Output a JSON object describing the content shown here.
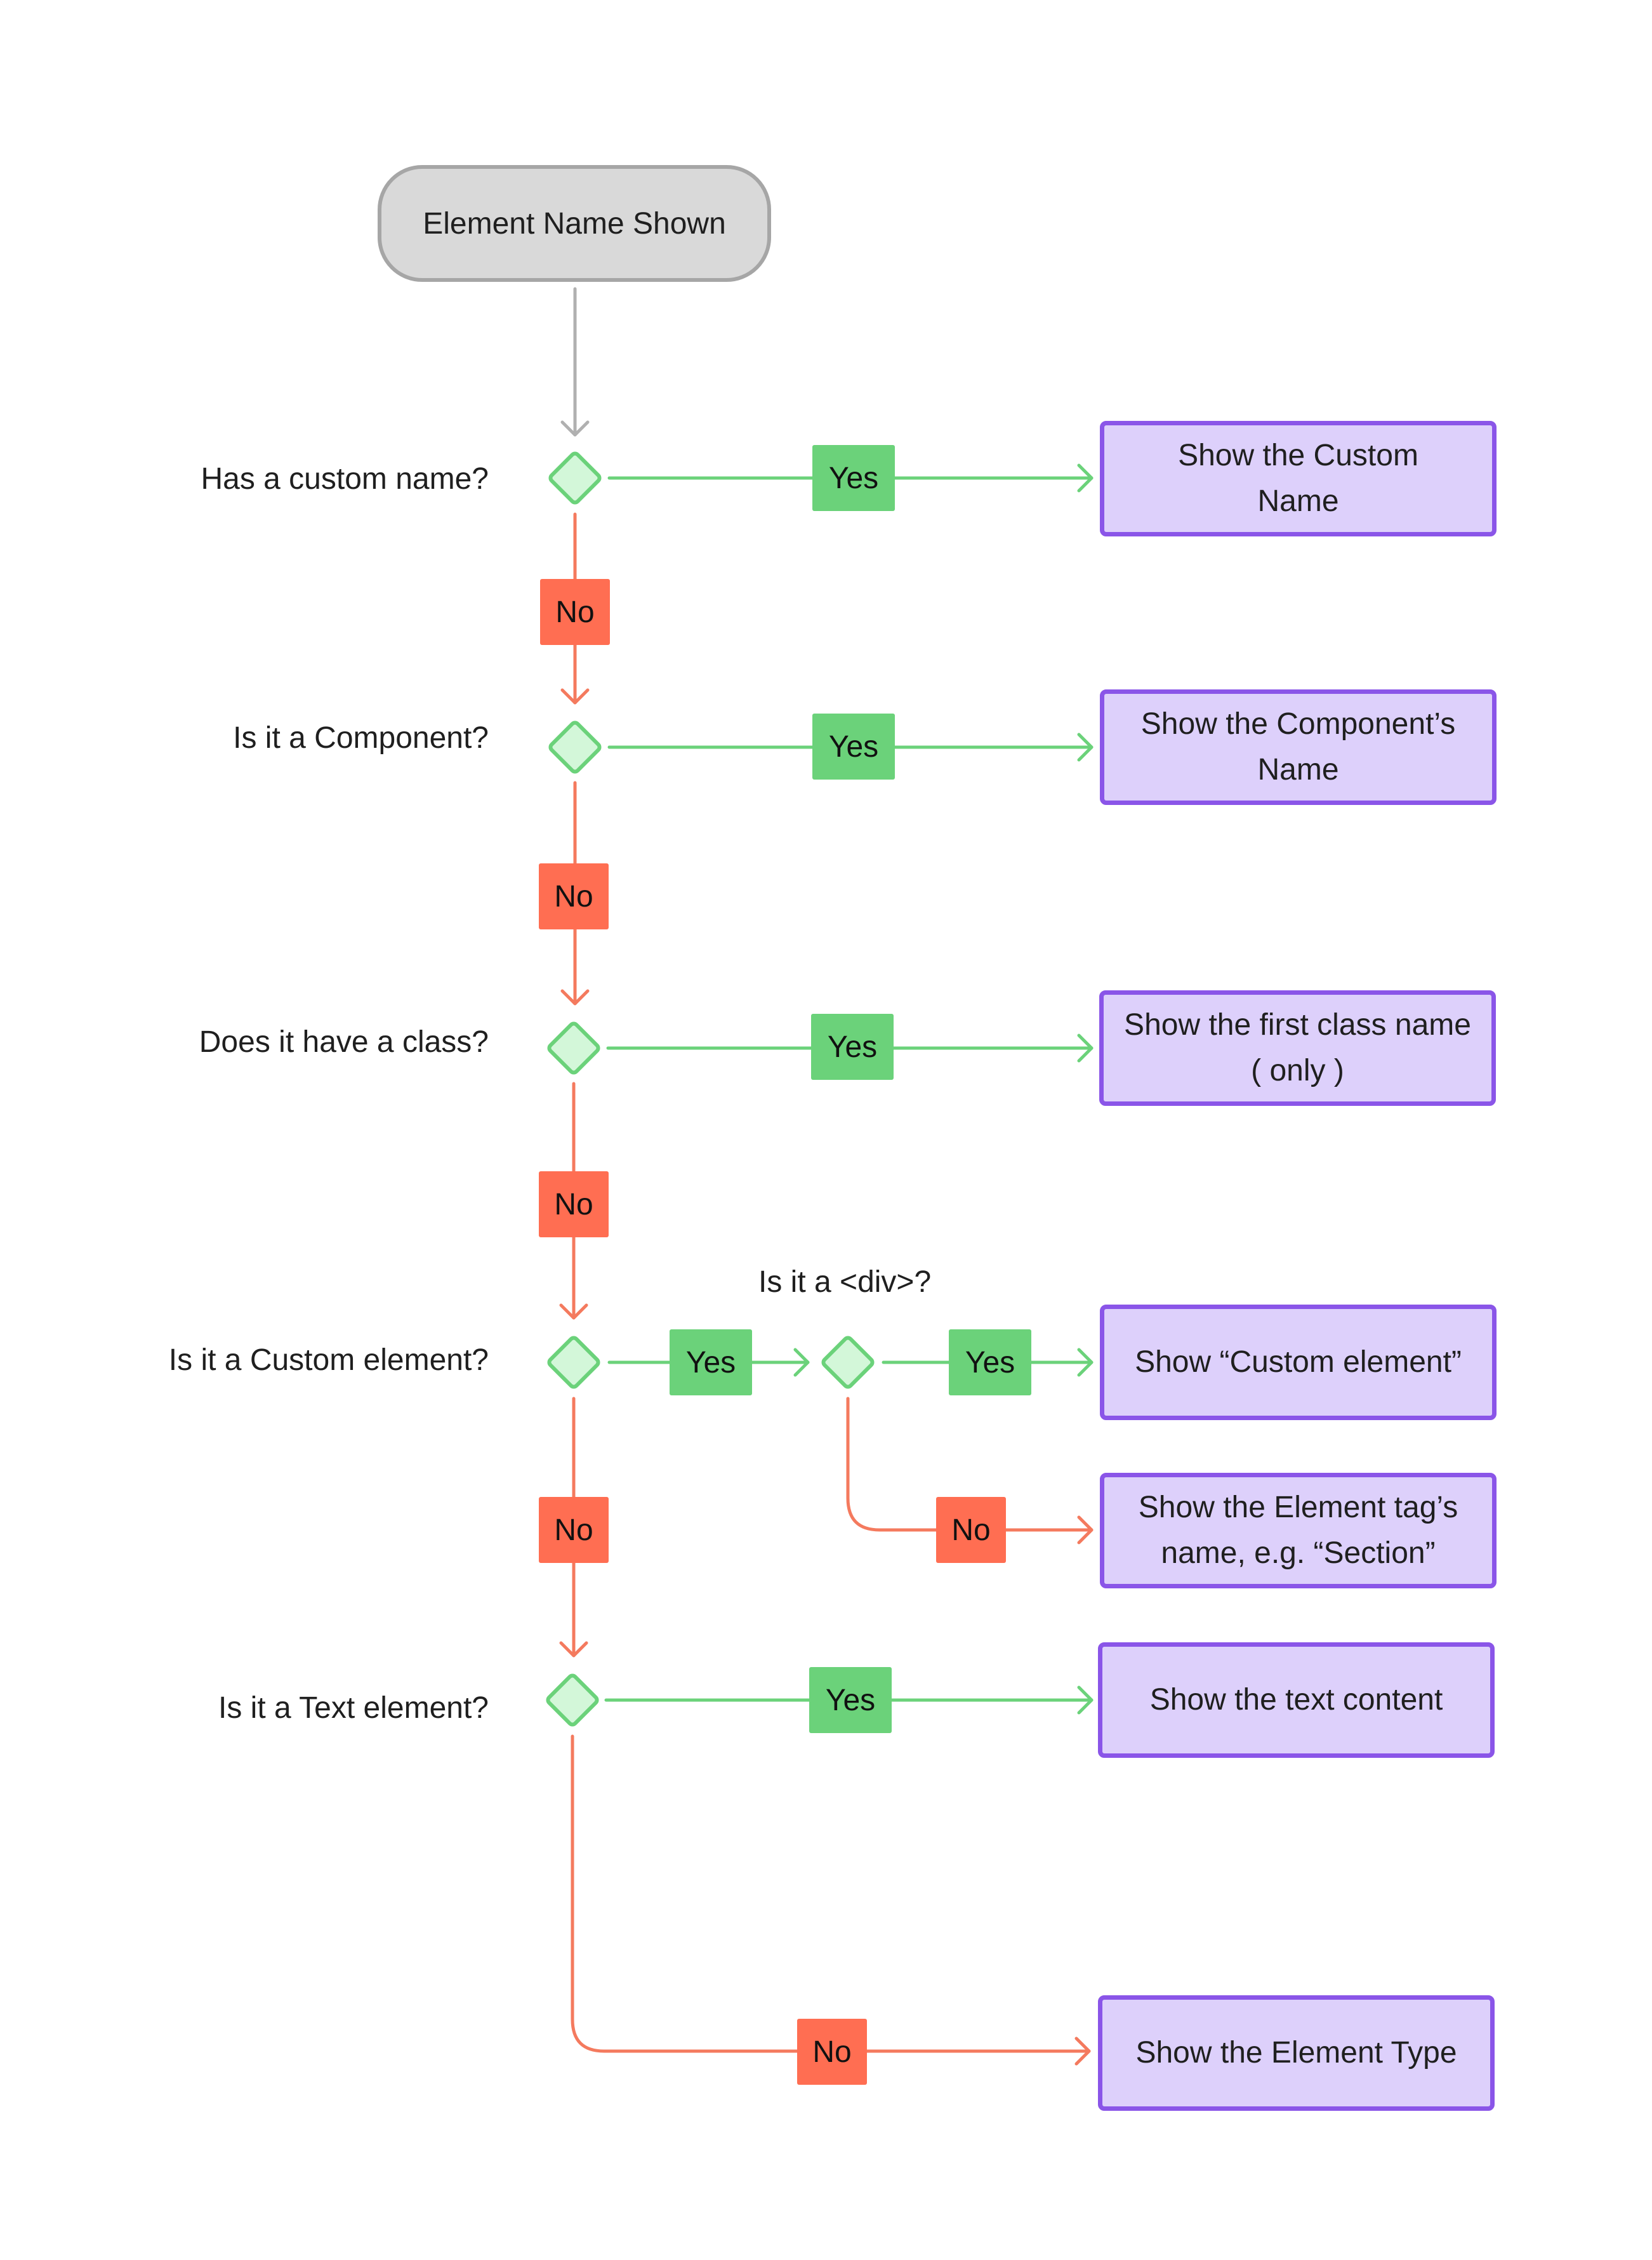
{
  "start": {
    "label": "Element Name Shown"
  },
  "questions": [
    "Has a custom name?",
    "Is it a Component?",
    "Does it have a class?",
    "Is it a Custom element?",
    "Is it a Text element?"
  ],
  "sub_question": "Is it a <div>?",
  "results": [
    [
      "Show the Custom",
      "Name"
    ],
    [
      "Show the Component’s",
      "Name"
    ],
    [
      "Show the first class name",
      "( only )"
    ],
    [
      "Show “Custom element”"
    ],
    [
      "Show the Element tag’s",
      "name, e.g. “Section”"
    ],
    [
      "Show the text content"
    ],
    [
      "Show the Element Type"
    ]
  ],
  "labels": {
    "yes": "Yes",
    "no": "No"
  },
  "colors": {
    "yes": "#6bd27a",
    "no": "#ff6e52",
    "decision_fill": "#d3f7d9",
    "decision_stroke": "#6bd27a",
    "result_fill": "#ddd0fb",
    "result_stroke": "#8a55e8",
    "start_fill": "#d9d9d9",
    "start_stroke": "#a6a6a6"
  }
}
